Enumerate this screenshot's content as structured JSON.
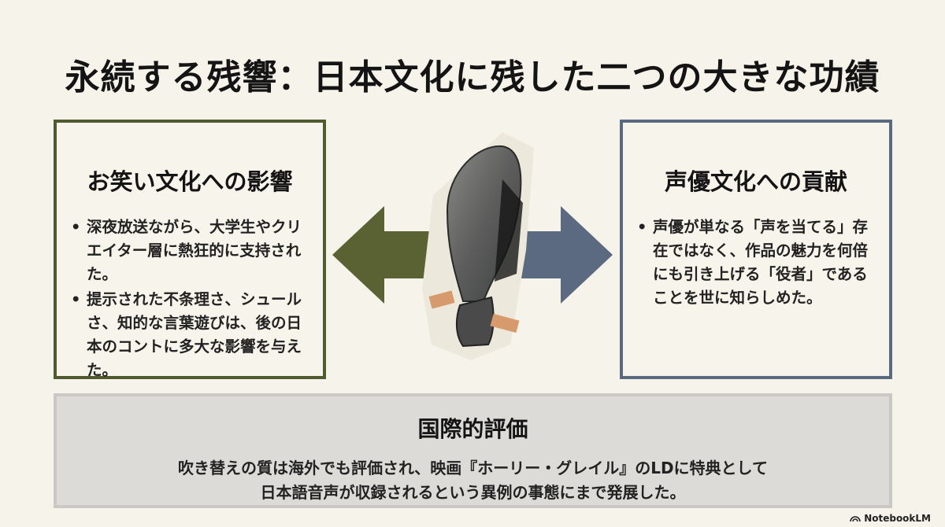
{
  "title": "永続する残響：日本文化に残した二つの大きな功績",
  "left_panel": {
    "heading": "お笑い文化への影響",
    "bullets": [
      "深夜放送ながら、大学生やクリエイター層に熱狂的に支持された。",
      "提示された不条理さ、シュールさ、知的な言葉遊びは、後の日本のコントに多大な影響を与えた。"
    ]
  },
  "right_panel": {
    "heading": "声優文化への貢献",
    "bullets": [
      "声優が単なる「声を当てる」存在ではなく、作品の魅力を何倍にも引き上げる「役者」であることを世に知らしめた。"
    ]
  },
  "bottom_panel": {
    "heading": "国際的評価",
    "line1": "吹き替えの質は海外でも評価され、映画『ホーリー・グレイル』のLDに特典として",
    "line2": "日本語音声が収録されるという異例の事態にまで発展した。"
  },
  "brand": "NotebookLM",
  "colors": {
    "left_accent": "#4f5a2e",
    "right_accent": "#596a80",
    "background": "#f6f3ea",
    "bottom_panel": "#dcdbd8"
  },
  "icons": {
    "left_arrow": "arrow-left-icon",
    "right_arrow": "arrow-right-icon",
    "center_image": "shoe-sole-image",
    "brand_logo": "notebooklm-logo-icon"
  }
}
